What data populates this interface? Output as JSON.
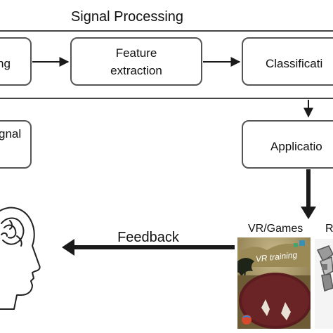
{
  "title": "Signal Processing",
  "boxes": {
    "preprocessing": "ng",
    "feature_line1": "Feature",
    "feature_line2": "extraction",
    "classification": "Classificati",
    "signal": "gnal",
    "application": "Applicatio"
  },
  "feedback": "Feedback",
  "vr_games": "VR/Games",
  "vr_training": "VR training",
  "right_label": "R",
  "colors": {
    "stroke": "#333333",
    "box_border": "#555555",
    "arrow": "#1a1a1a"
  },
  "icons": [
    "head-icon",
    "vr-scene-image",
    "robot-device-image"
  ]
}
